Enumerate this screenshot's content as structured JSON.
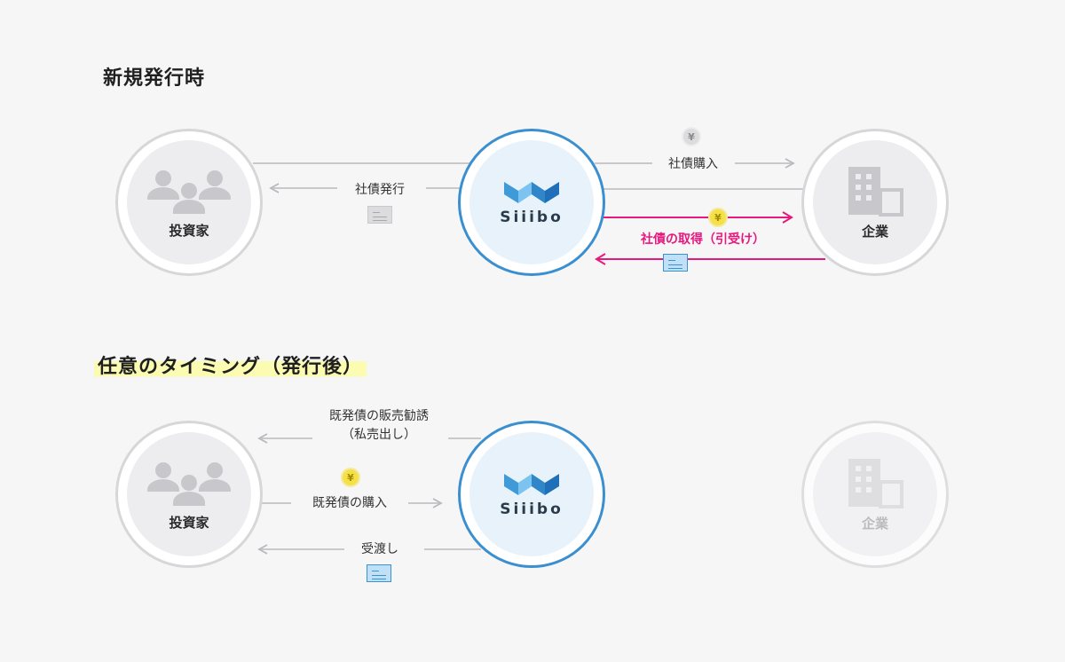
{
  "section1": {
    "title": "新規発行時"
  },
  "section2": {
    "title": "任意のタイミング（発行後）"
  },
  "investor_label": "投資家",
  "company_label": "企業",
  "logo_text": "Siiibo",
  "coin_symbol": "¥",
  "flow1": {
    "issue": "社債発行",
    "purchase": "社債購入",
    "acquire": "社債の取得（引受け）"
  },
  "flow2": {
    "sales_line1": "既発債の販売勧誘",
    "sales_line2": "（私売出し）",
    "buy": "既発債の購入",
    "deliver": "受渡し"
  },
  "colors": {
    "accent_pink": "#e6197f",
    "siiibo_blue": "#3a8fd0",
    "coin_gold": "#f6e04a",
    "highlight": "#fbfbb2"
  }
}
